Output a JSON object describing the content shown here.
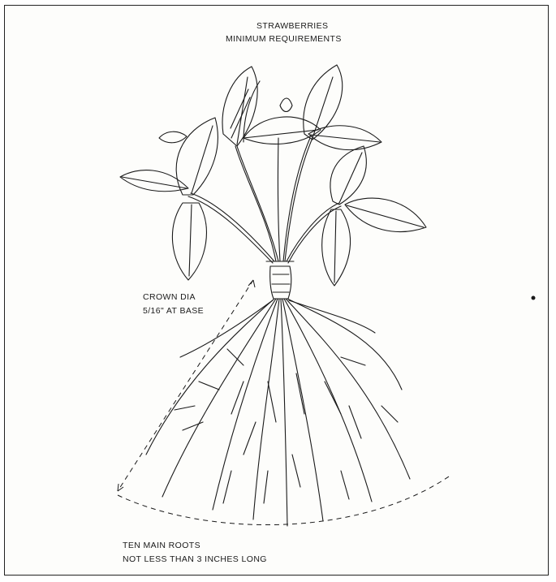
{
  "diagram": {
    "title_line1": "STRAWBERRIES",
    "title_line2": "MINIMUM REQUIREMENTS",
    "crown_label_line1": "CROWN DIA",
    "crown_label_line2": "5/16\" AT BASE",
    "roots_label_line1": "TEN MAIN ROOTS",
    "roots_label_line2": "NOT LESS THAN 3 INCHES LONG"
  },
  "colors": {
    "ink": "#1a1a1a",
    "paper": "#fdfdfb"
  }
}
